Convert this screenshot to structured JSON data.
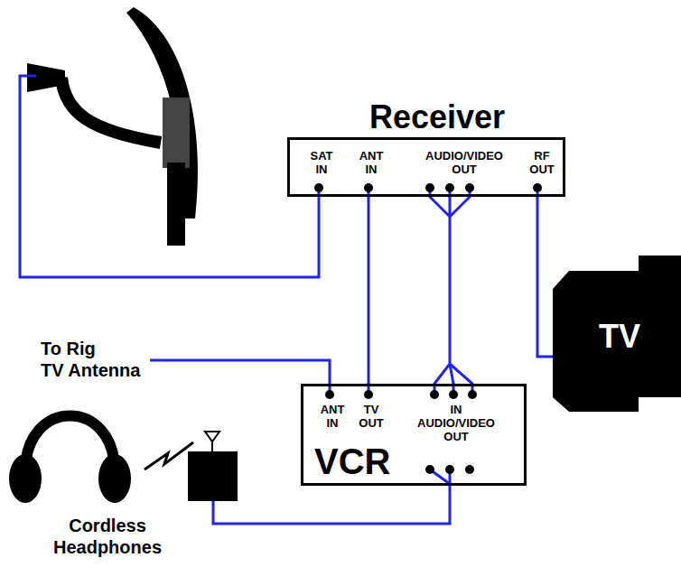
{
  "diagram": {
    "nodes": [
      {
        "text": [
          "Receiver",
          "SAT IN",
          "ANT IN",
          "AUDIO/VIDEO OUT",
          "RF OUT"
        ]
      },
      {
        "text": [
          "TV"
        ]
      },
      {
        "text": [
          "ANT IN",
          "TV OUT",
          "IN",
          "AUDIO/VIDEO",
          "OUT",
          "VCR"
        ]
      }
    ],
    "edges": [
      {
        "from": 0,
        "to": 2,
        "arrow": "none"
      },
      {
        "from": 0,
        "to": 2,
        "arrow": "none"
      },
      {
        "from": 0,
        "to": 1,
        "arrow": "none"
      }
    ],
    "labels": [
      "To Rig TV Antenna",
      "Cordless Headphones"
    ]
  }
}
